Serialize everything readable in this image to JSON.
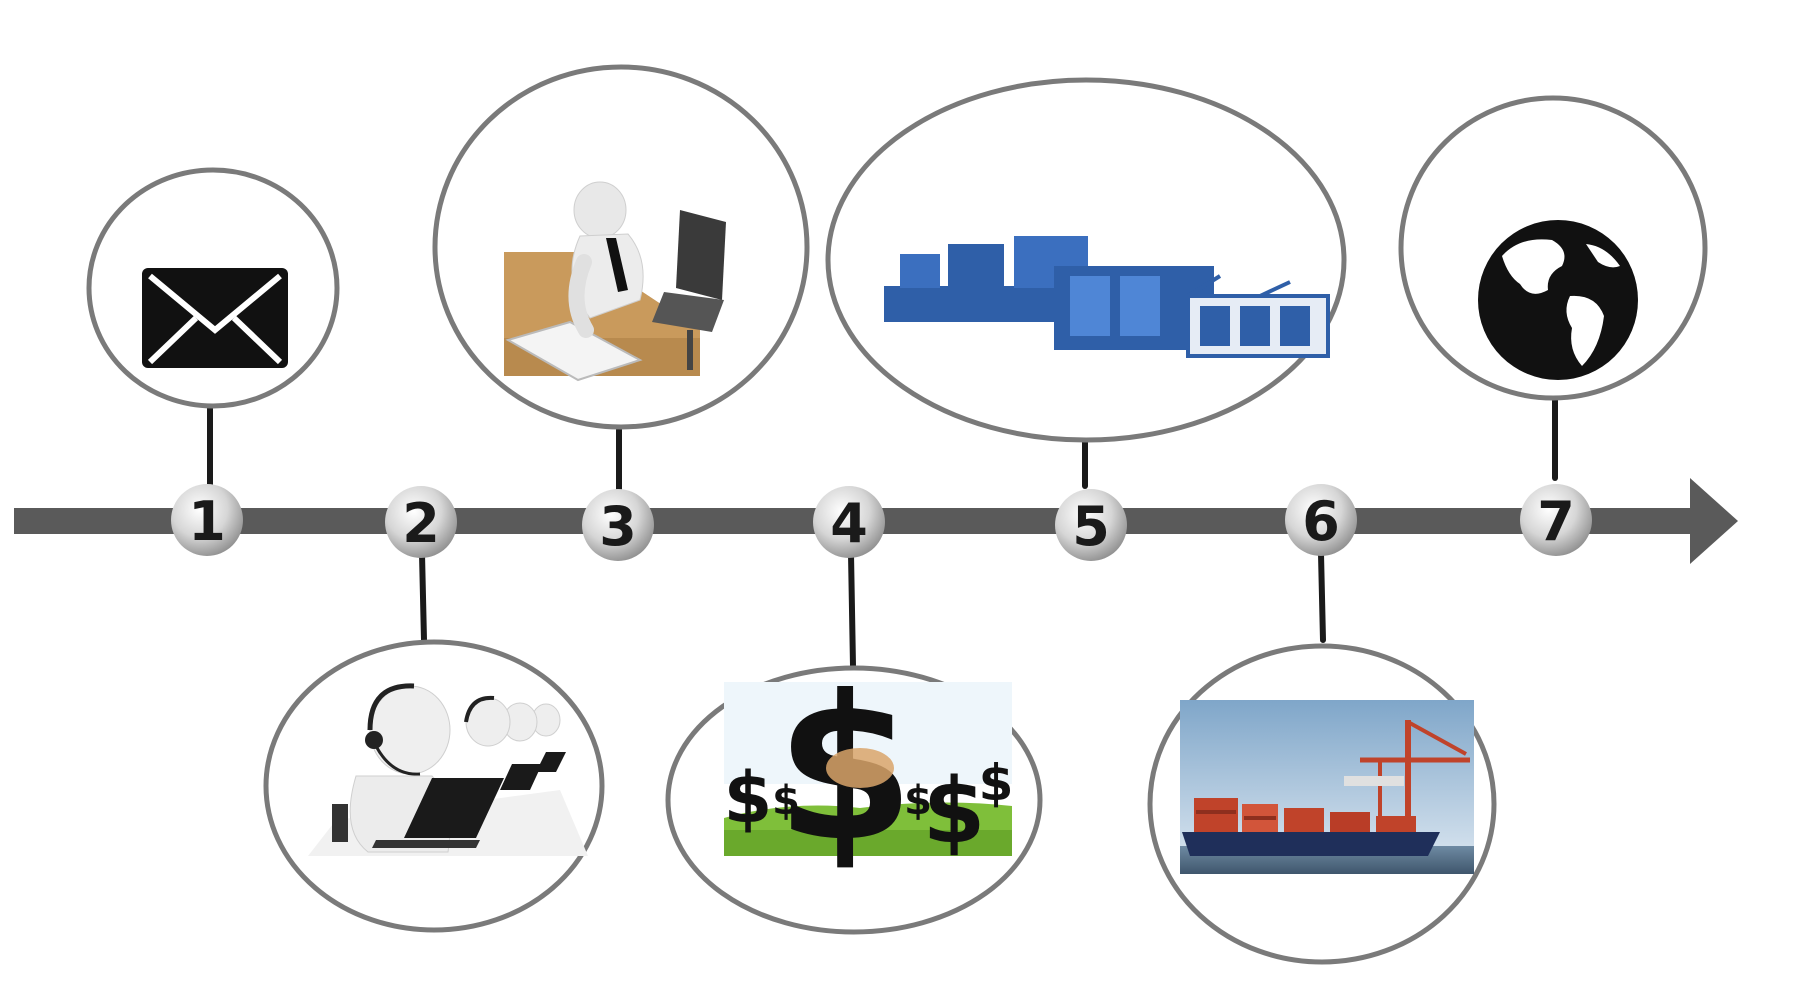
{
  "timeline": {
    "steps": [
      {
        "number": "1",
        "icon": "envelope-icon"
      },
      {
        "number": "2",
        "icon": "call-center-agents-icon"
      },
      {
        "number": "3",
        "icon": "signing-contract-icon"
      },
      {
        "number": "4",
        "icon": "dollar-payment-icon"
      },
      {
        "number": "5",
        "icon": "production-machine-icon"
      },
      {
        "number": "6",
        "icon": "container-ship-icon"
      },
      {
        "number": "7",
        "icon": "globe-icon"
      }
    ]
  },
  "colors": {
    "arrow": "#5a5a5a",
    "circle_stroke": "#7a7a7a",
    "connector": "#1a1a1a",
    "number_badge": "#c8c8c8",
    "number_text": "#1a1a1a",
    "machine_blue": "#2f5fa8",
    "container_red": "#c0432a",
    "grass_green": "#7fbf3a"
  }
}
